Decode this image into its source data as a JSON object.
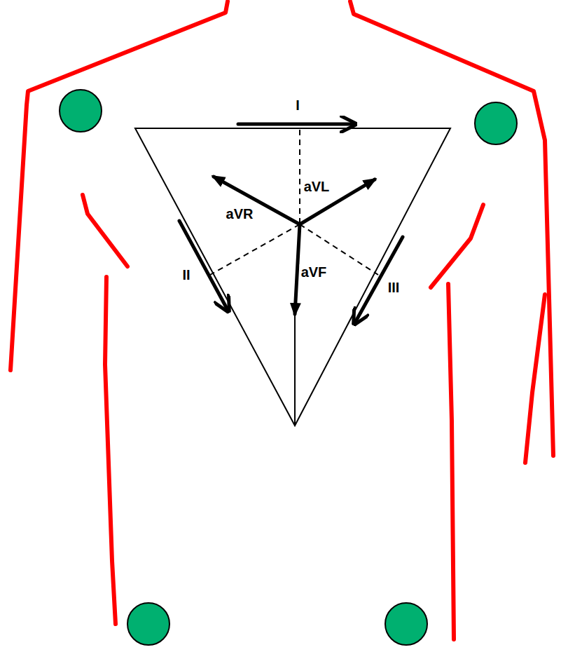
{
  "diagram": {
    "labels": [
      "I",
      "aVL",
      "aVR",
      "II",
      "aVF",
      "III"
    ]
  }
}
